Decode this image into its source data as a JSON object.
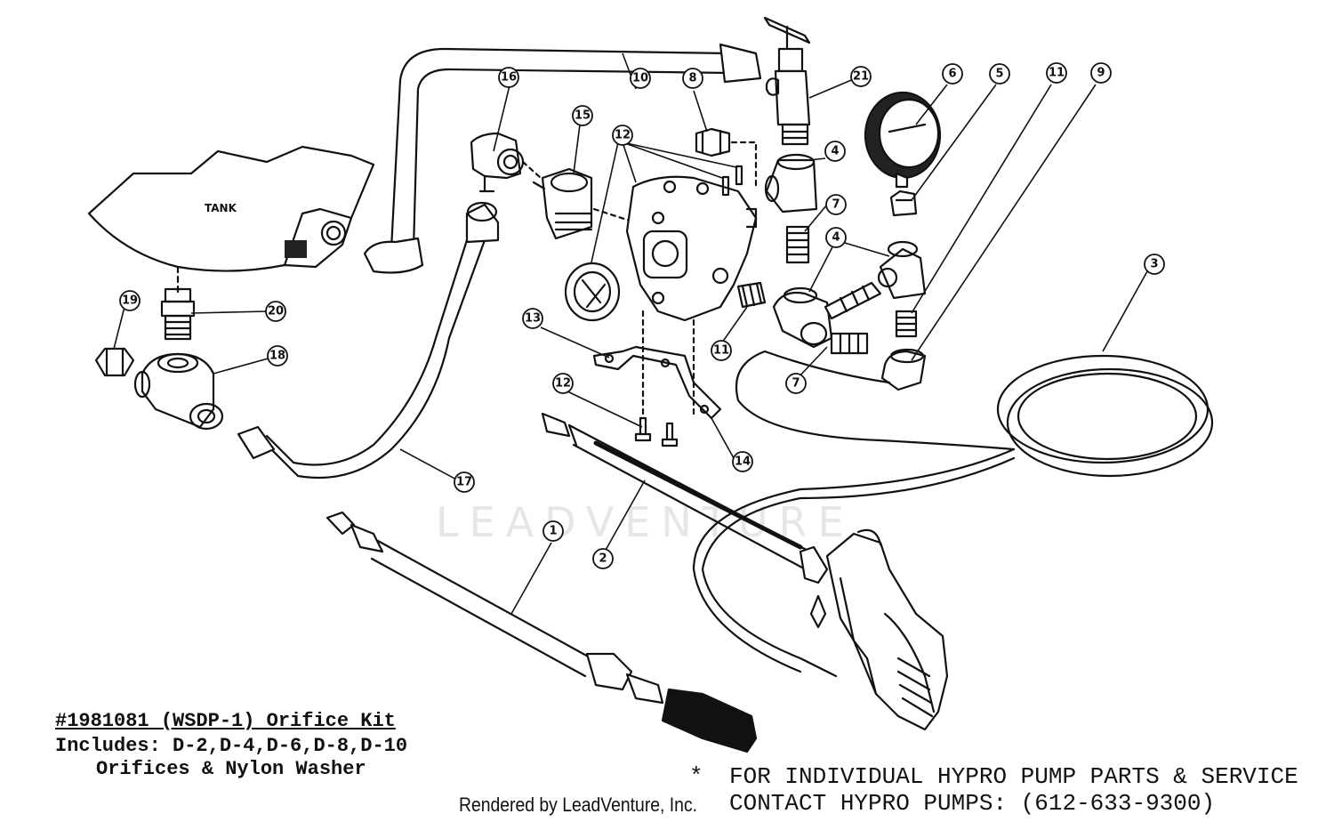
{
  "diagram": {
    "tank_label": "TANK",
    "watermark": "LEADVENTURE",
    "callouts": [
      {
        "id": "c1",
        "label": "1"
      },
      {
        "id": "c2",
        "label": "2"
      },
      {
        "id": "c3",
        "label": "3"
      },
      {
        "id": "c4a",
        "label": "4"
      },
      {
        "id": "c4b",
        "label": "4"
      },
      {
        "id": "c5",
        "label": "5"
      },
      {
        "id": "c6",
        "label": "6"
      },
      {
        "id": "c7a",
        "label": "7"
      },
      {
        "id": "c7b",
        "label": "7"
      },
      {
        "id": "c8",
        "label": "8"
      },
      {
        "id": "c9",
        "label": "9"
      },
      {
        "id": "c10",
        "label": "10"
      },
      {
        "id": "c11a",
        "label": "11"
      },
      {
        "id": "c11b",
        "label": "11"
      },
      {
        "id": "c12a",
        "label": "12"
      },
      {
        "id": "c12b",
        "label": "12"
      },
      {
        "id": "c13",
        "label": "13"
      },
      {
        "id": "c14",
        "label": "14"
      },
      {
        "id": "c15",
        "label": "15"
      },
      {
        "id": "c16",
        "label": "16"
      },
      {
        "id": "c17",
        "label": "17"
      },
      {
        "id": "c18",
        "label": "18"
      },
      {
        "id": "c19",
        "label": "19"
      },
      {
        "id": "c20",
        "label": "20"
      },
      {
        "id": "c21",
        "label": "21"
      }
    ]
  },
  "kit_note": {
    "title": "#1981081 (WSDP-1) Orifice Kit",
    "line1": "Includes: D-2,D-4,D-6,D-8,D-10",
    "line2": "Orifices & Nylon Washer"
  },
  "service_note": {
    "star": "*",
    "line1": "FOR INDIVIDUAL HYPRO PUMP PARTS & SERVICE",
    "line2": "CONTACT HYPRO PUMPS: (612-633-9300)"
  },
  "credit": "Rendered by LeadVenture, Inc."
}
